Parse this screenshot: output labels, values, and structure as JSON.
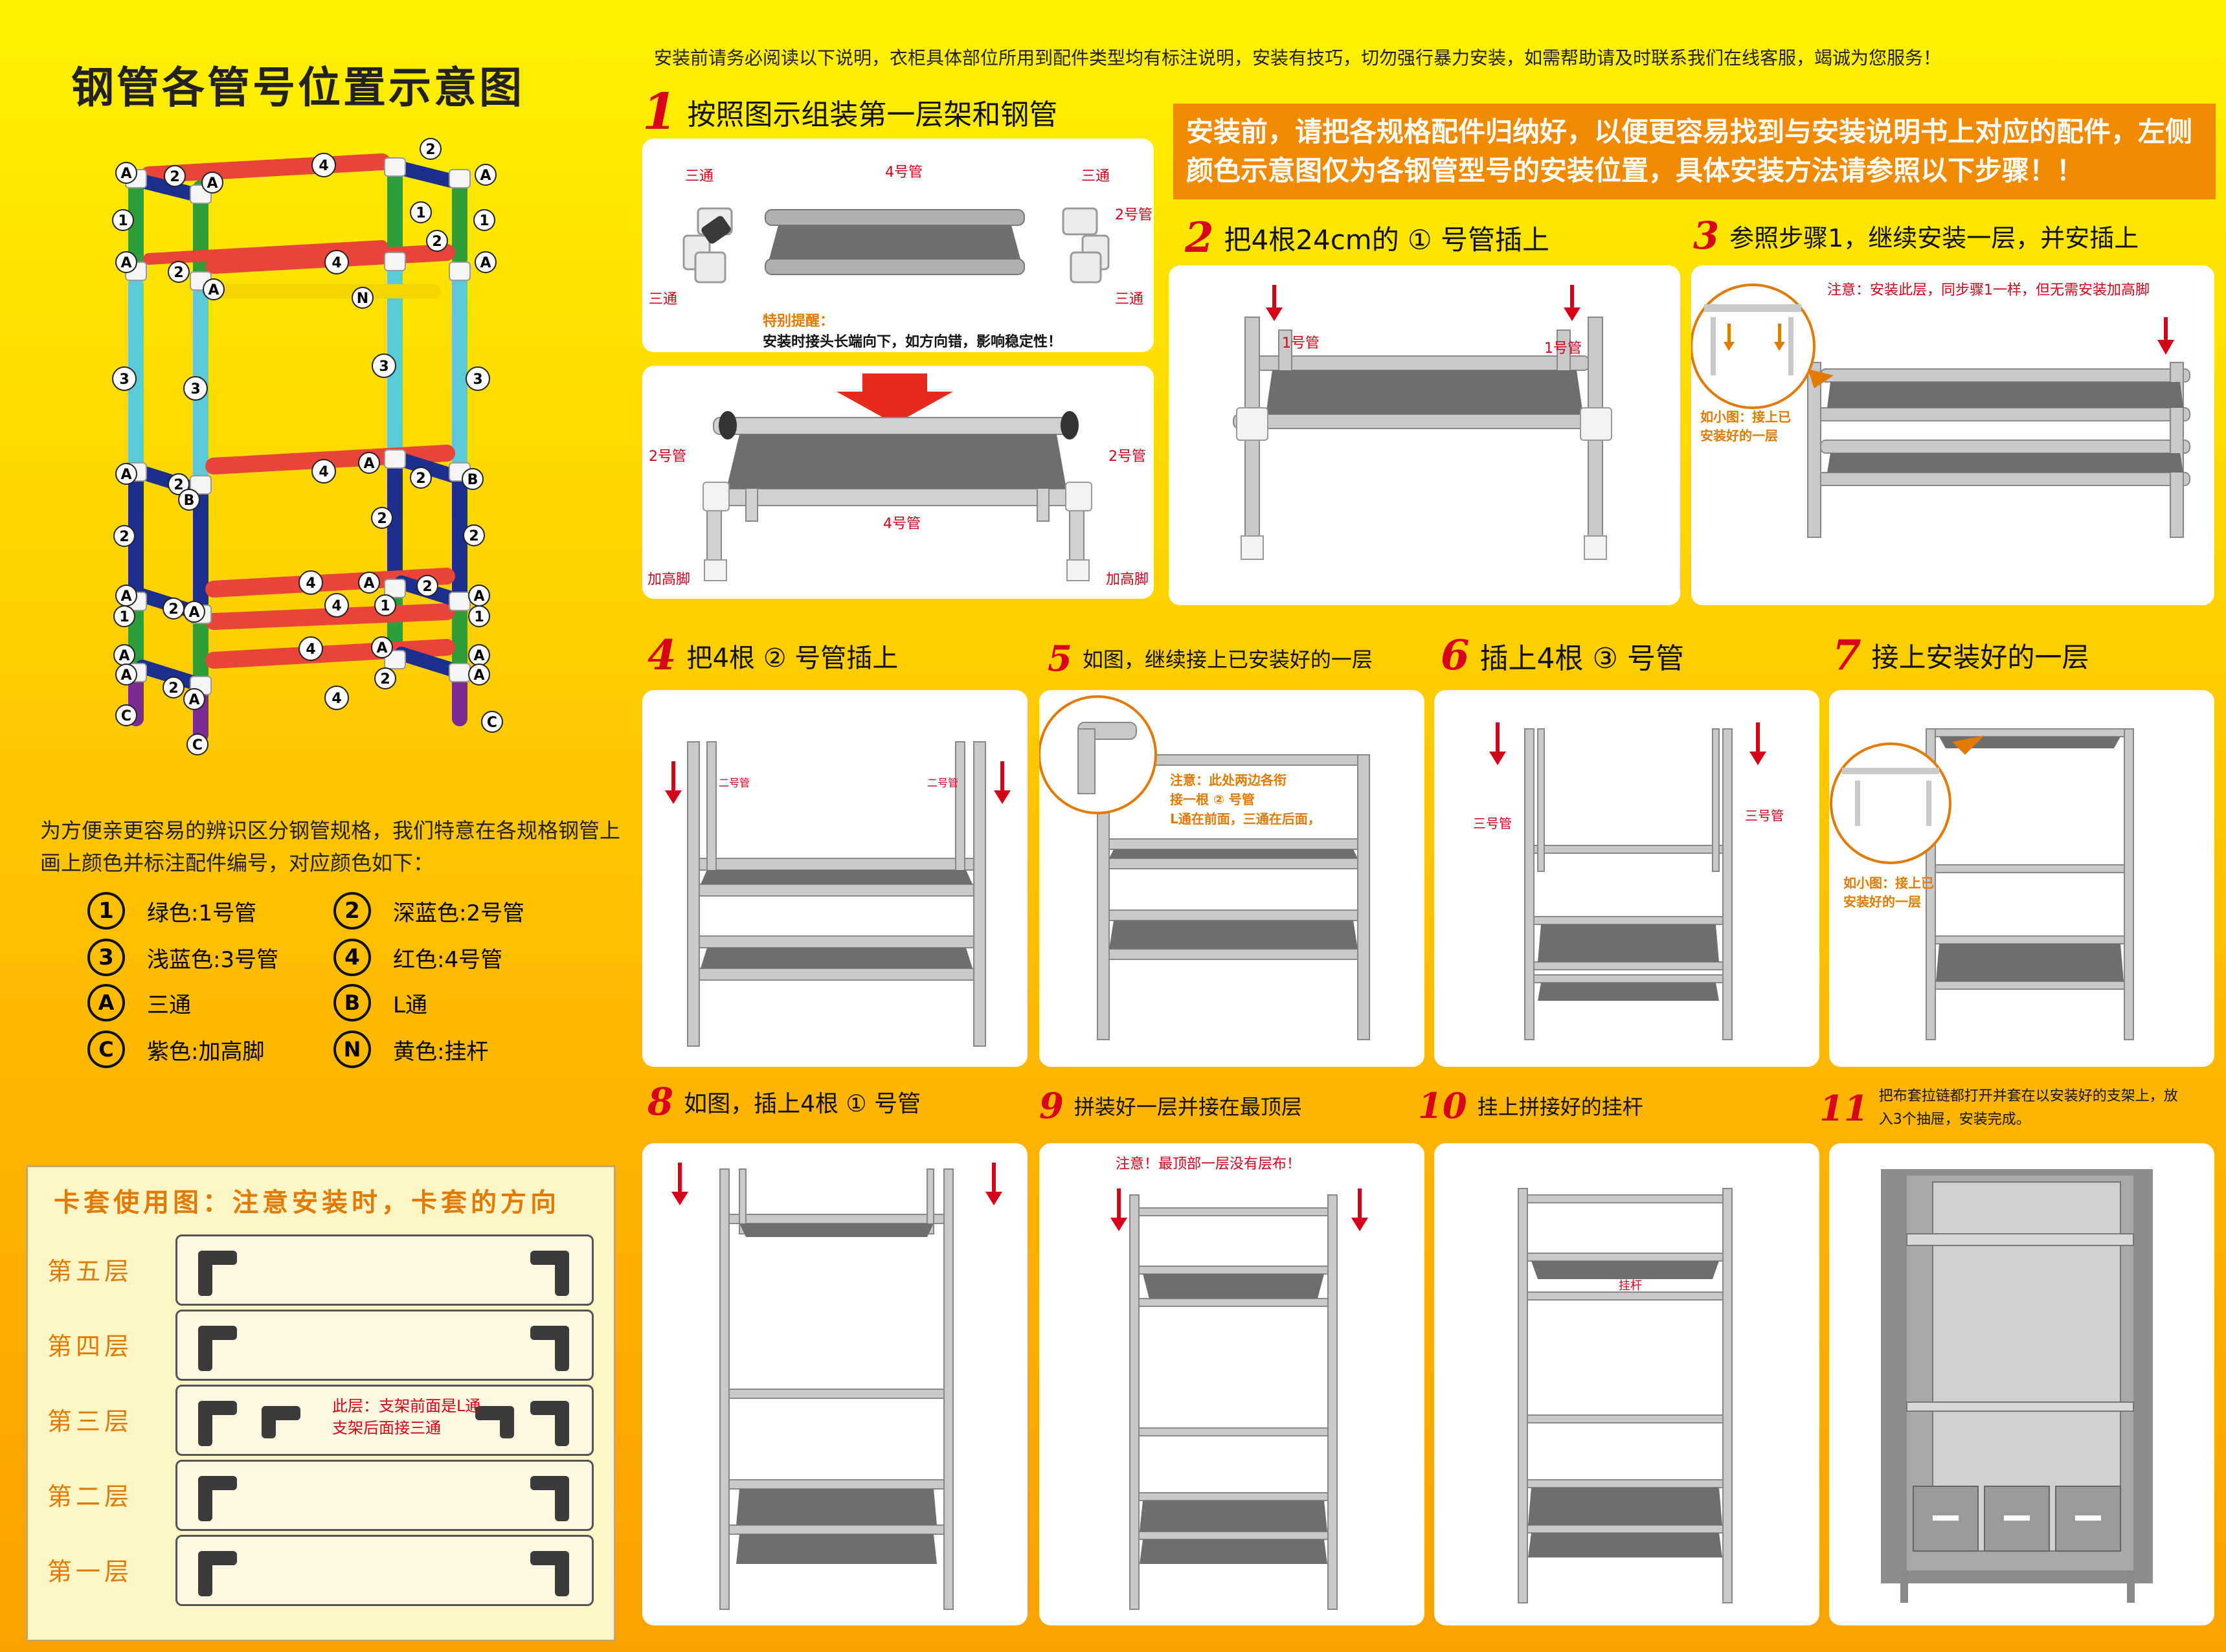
{
  "left": {
    "title": "钢管各管号位置示意图",
    "intro": "为方便亲更容易的辨识区分钢管规格，我们特意在各规格钢管上画上颜色并标注配件编号，对应颜色如下：",
    "legend": [
      {
        "sym": "1",
        "label": "绿色:1号管",
        "color": "#2e9e3a"
      },
      {
        "sym": "2",
        "label": "深蓝色:2号管",
        "color": "#1c2f8c"
      },
      {
        "sym": "3",
        "label": "浅蓝色:3号管",
        "color": "#5cc9d6"
      },
      {
        "sym": "4",
        "label": "红色:4号管",
        "color": "#e8443a"
      },
      {
        "sym": "A",
        "label": "三通",
        "color": ""
      },
      {
        "sym": "B",
        "label": "L通",
        "color": ""
      },
      {
        "sym": "C",
        "label": "紫色:加高脚",
        "color": "#7b2c91"
      },
      {
        "sym": "N",
        "label": "黄色:挂杆",
        "color": "#f5d400"
      }
    ],
    "kt_title": "卡套使用图：注意安装时，卡套的方向",
    "layers": [
      "第五层",
      "第四层",
      "第三层",
      "第二层",
      "第一层"
    ],
    "layer3_note": "此层：支架前面是L通\n支架后面接三通"
  },
  "top_note": "安装前请务必阅读以下说明，衣柜具体部位所用到配件类型均有标注说明，安装有技巧，切勿强行暴力安装，如需帮助请及时联系我们在线客服，竭诚为您服务！",
  "banner": "安装前，请把各规格配件归纳好，以便更容易找到与安装说明书上对应的配件，左侧颜色示意图仅为各钢管型号的安装位置，具体安装方法请参照以下步骤！！",
  "steps": [
    {
      "n": "1",
      "text": "按照图示组装第一层架和钢管"
    },
    {
      "n": "2",
      "text": "把4根24cm的 ① 号管插上"
    },
    {
      "n": "3",
      "text": "参照步骤1，继续安装一层，并安插上"
    },
    {
      "n": "4",
      "text": "把4根 ② 号管插上"
    },
    {
      "n": "5",
      "text": "如图，继续接上已安装好的一层"
    },
    {
      "n": "6",
      "text": "插上4根 ③ 号管"
    },
    {
      "n": "7",
      "text": "接上安装好的一层"
    },
    {
      "n": "8",
      "text": "如图，插上4根 ① 号管"
    },
    {
      "n": "9",
      "text": "拼装好一层并接在最顶层"
    },
    {
      "n": "10",
      "text": "挂上拼接好的挂杆"
    },
    {
      "n": "11",
      "text": "把布套拉链都打开并套在以安装好的支架上，放入3个抽屉，安装完成。"
    }
  ],
  "labels": {
    "santong": "三通",
    "gong4": "4号管",
    "gong2": "2号管",
    "gong1": "1号管",
    "gong3": "三号管",
    "gong2b": "二号管",
    "jiagaojiao": "加高脚",
    "guagan": "挂杆",
    "tip_title": "特别提醒：",
    "tip_body": "安装时接头长端向下，如方向错，影响稳定性！",
    "s3_note": "注意：安装此层，同步骤1一样，但无需安装加高脚",
    "s3_small": "如小图：接上已\n安装好的一层",
    "s5_note": "注意：此处两边各衔\n接一根 ② 号管\nL通在前面，三通在后面，",
    "s7_small": "如小图：接上已\n安装好的一层",
    "s9_note": "注意！最顶部一层没有层布！"
  }
}
